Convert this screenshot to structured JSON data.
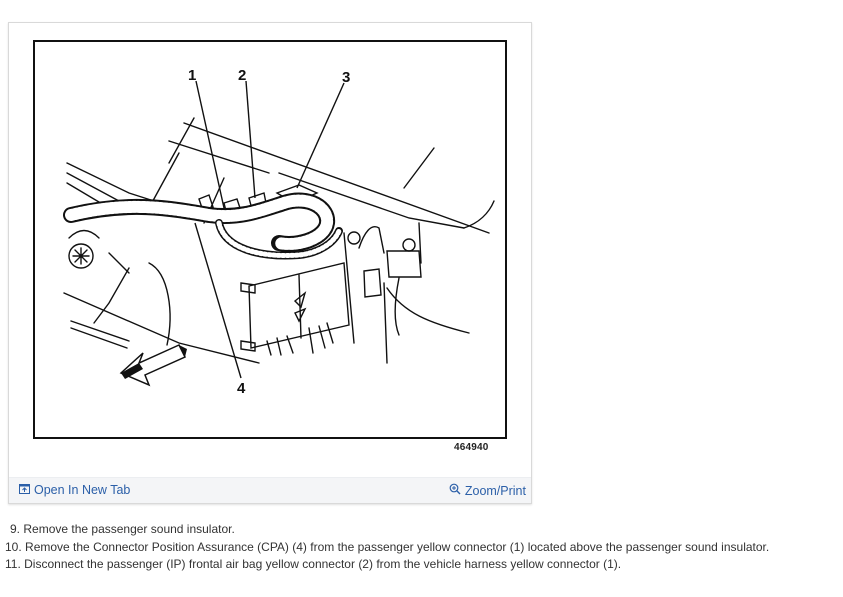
{
  "figure": {
    "callouts": [
      "1",
      "2",
      "3",
      "4"
    ],
    "figure_id": "464940"
  },
  "footer": {
    "open_new_tab_label": "Open In New Tab",
    "open_new_tab_icon": "open-in-new-tab-icon",
    "zoom_print_label": "Zoom/Print",
    "zoom_print_icon": "magnifier-plus-icon"
  },
  "steps": [
    {
      "num": "9.",
      "text": "Remove the passenger sound insulator."
    },
    {
      "num": "10.",
      "text": "Remove the Connector Position Assurance (CPA) (4) from the passenger yellow connector (1) located above the passenger sound insulator."
    },
    {
      "num": "11.",
      "text": "Disconnect the passenger (IP) frontal air bag yellow connector (2) from the vehicle harness yellow connector (1)."
    }
  ],
  "colors": {
    "link": "#2b5fa8",
    "footer_bg": "#f4f5f7",
    "text": "#333333"
  }
}
